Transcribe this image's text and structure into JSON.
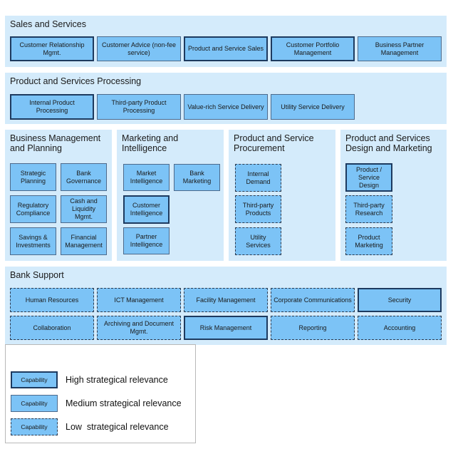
{
  "sections": {
    "sales": {
      "title": "Sales and Services",
      "caps": [
        "Customer Relationship Mgmt.",
        "Customer Advice (non-fee service)",
        "Product and Service Sales",
        "Customer Portfolio Management",
        "Business Partner Management"
      ]
    },
    "processing": {
      "title": "Product and Services Processing",
      "caps": [
        "Internal Product Processing",
        "Third-party Product Processing",
        "Value-rich Service Delivery",
        "Utility Service Delivery"
      ]
    },
    "management": {
      "title": "Business Management and Planning",
      "caps": [
        "Strategic Planning",
        "Bank Governance",
        "Regulatory Compliance",
        "Cash and Liquidity Mgmt.",
        "Savings & Investments",
        "Financial Management"
      ]
    },
    "marketing": {
      "title": "Marketing and Intelligence",
      "caps": [
        "Market Intelligence",
        "Bank Marketing",
        "Customer Intelligence",
        "Partner Intelligence"
      ]
    },
    "procurement": {
      "title": "Product and Service Procurement",
      "caps": [
        "Internal Demand",
        "Third-party Products",
        "Utility Services"
      ]
    },
    "design": {
      "title": "Product and Services Design and Marketing",
      "caps": [
        "Product / Service Design",
        "Third-party Research",
        "Product Marketing"
      ]
    },
    "support": {
      "title": "Bank Support",
      "caps": [
        "Human Resources",
        "ICT Management",
        "Facility Management",
        "Corporate Communications",
        "Security",
        "Collaboration",
        "Archiving and Document Mgmt.",
        "Risk Management",
        "Reporting",
        "Accounting"
      ]
    }
  },
  "legend": {
    "high": {
      "box": "Capability",
      "label": "High strategical relevance"
    },
    "medium": {
      "box": "Capability",
      "label": "Medium strategical relevance"
    },
    "low": {
      "box": "Capability",
      "label": "Low  strategical relevance"
    }
  },
  "colors": {
    "section_bg": "#d4ebfb",
    "capability_fill": "#7cc3f6",
    "border": "#1d3a5f"
  }
}
